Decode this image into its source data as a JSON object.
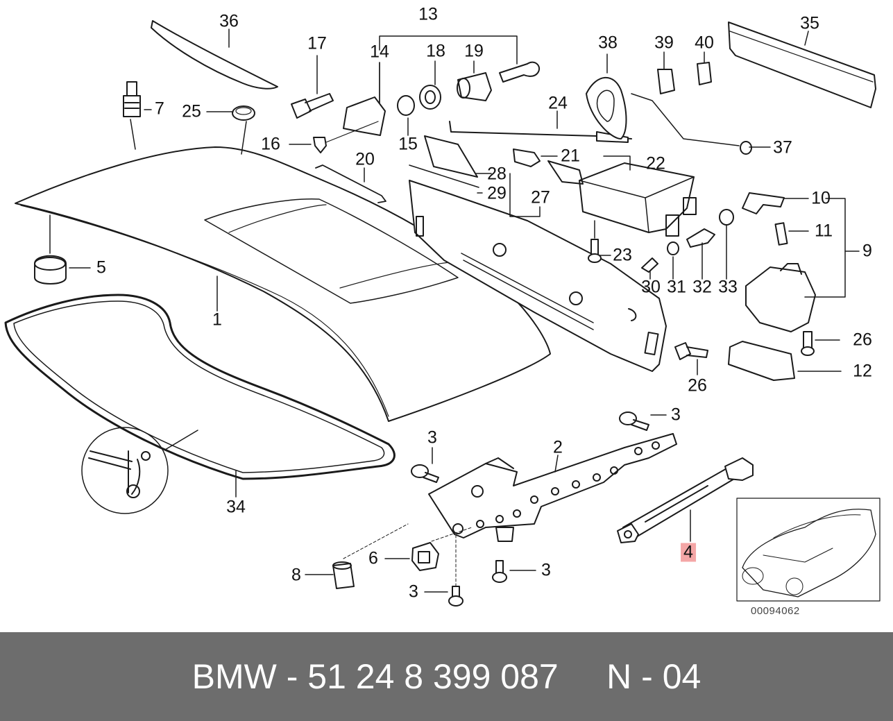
{
  "diagram": {
    "callouts": [
      {
        "id": "c1",
        "text": "1"
      },
      {
        "id": "c2",
        "text": "2"
      },
      {
        "id": "c3a",
        "text": "3"
      },
      {
        "id": "c3b",
        "text": "3"
      },
      {
        "id": "c3c",
        "text": "3"
      },
      {
        "id": "c3d",
        "text": "3"
      },
      {
        "id": "c4",
        "text": "4",
        "highlighted": true
      },
      {
        "id": "c5",
        "text": "5"
      },
      {
        "id": "c6",
        "text": "6"
      },
      {
        "id": "c7",
        "text": "7"
      },
      {
        "id": "c8",
        "text": "8"
      },
      {
        "id": "c9",
        "text": "9"
      },
      {
        "id": "c10",
        "text": "10"
      },
      {
        "id": "c11",
        "text": "11"
      },
      {
        "id": "c12",
        "text": "12"
      },
      {
        "id": "c13",
        "text": "13"
      },
      {
        "id": "c14",
        "text": "14"
      },
      {
        "id": "c15",
        "text": "15"
      },
      {
        "id": "c16",
        "text": "16"
      },
      {
        "id": "c17",
        "text": "17"
      },
      {
        "id": "c18",
        "text": "18"
      },
      {
        "id": "c19",
        "text": "19"
      },
      {
        "id": "c20",
        "text": "20"
      },
      {
        "id": "c21",
        "text": "21"
      },
      {
        "id": "c22",
        "text": "22"
      },
      {
        "id": "c23",
        "text": "23"
      },
      {
        "id": "c24",
        "text": "24"
      },
      {
        "id": "c25",
        "text": "25"
      },
      {
        "id": "c26a",
        "text": "26"
      },
      {
        "id": "c26b",
        "text": "26"
      },
      {
        "id": "c27",
        "text": "27"
      },
      {
        "id": "c28",
        "text": "28"
      },
      {
        "id": "c29",
        "text": "29"
      },
      {
        "id": "c30",
        "text": "30"
      },
      {
        "id": "c31",
        "text": "31"
      },
      {
        "id": "c32",
        "text": "32"
      },
      {
        "id": "c33",
        "text": "33"
      },
      {
        "id": "c34",
        "text": "34"
      },
      {
        "id": "c35",
        "text": "35"
      },
      {
        "id": "c36",
        "text": "36"
      },
      {
        "id": "c37",
        "text": "37"
      },
      {
        "id": "c38",
        "text": "38"
      },
      {
        "id": "c39",
        "text": "39"
      },
      {
        "id": "c40",
        "text": "40"
      }
    ],
    "diagram_id": "00094062",
    "highlight_color": "#f4a6a6",
    "line_color": "#1a1a1a",
    "part_fill": "#ffffff"
  },
  "footer": {
    "text": "BMW - 51 24 8 399 087     N - 04",
    "background": "#6d6d6d",
    "text_color": "#ffffff"
  }
}
